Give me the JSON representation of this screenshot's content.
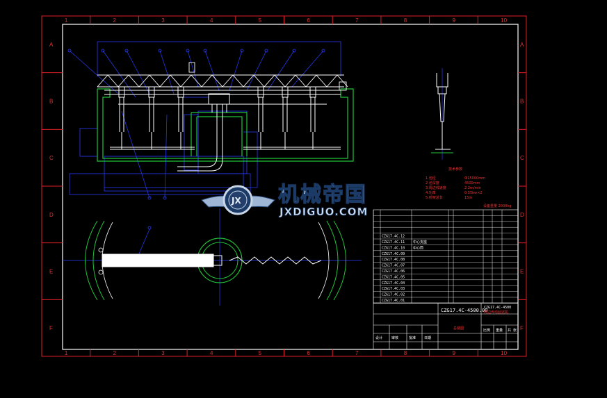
{
  "frame": {
    "col_numbers": [
      "1",
      "2",
      "3",
      "4",
      "5",
      "6",
      "7",
      "8",
      "9",
      "10"
    ],
    "row_letters": [
      "A",
      "B",
      "C",
      "D",
      "E",
      "F"
    ]
  },
  "logo": {
    "chinese": "机械帝国",
    "english": "JXDIGUO.COM",
    "badge": "JX"
  },
  "spec_table": {
    "title": "技术参数",
    "rows": [
      {
        "label": "1.池径",
        "value": "Ф15000mm"
      },
      {
        "label": "2.池深度",
        "value": "4500mm"
      },
      {
        "label": "3.周边线速度",
        "value": "2.2m/min"
      },
      {
        "label": "4.功率",
        "value": "0.55kw×2"
      },
      {
        "label": "5.桥架总长",
        "value": "15m"
      }
    ],
    "weight_note": "设备重量 2000kg"
  },
  "parts_list": [
    {
      "code": "",
      "name": "",
      "qty": "",
      "material": "",
      "n1": "",
      "n2": ""
    },
    {
      "code": "",
      "name": "",
      "qty": "",
      "material": "",
      "n1": "",
      "n2": ""
    },
    {
      "code": "",
      "name": "",
      "qty": "",
      "material": "",
      "n1": "",
      "n2": ""
    },
    {
      "code": "",
      "name": "",
      "qty": "",
      "material": "",
      "n1": "",
      "n2": ""
    },
    {
      "code": "CZG17.4C.12",
      "name": "",
      "qty": "",
      "material": "",
      "n1": "",
      "n2": ""
    },
    {
      "code": "CZG17.4C.11",
      "name": "中心支座",
      "qty": "",
      "material": "",
      "n1": "",
      "n2": ""
    },
    {
      "code": "CZG17.4C.10",
      "name": "中心筒",
      "qty": "",
      "material": "",
      "n1": "",
      "n2": ""
    },
    {
      "code": "CZG17.4C.09",
      "name": "",
      "qty": "",
      "material": "",
      "n1": "",
      "n2": ""
    },
    {
      "code": "CZG17.4C.08",
      "name": "",
      "qty": "",
      "material": "",
      "n1": "",
      "n2": ""
    },
    {
      "code": "CZG17.4C.07",
      "name": "",
      "qty": "",
      "material": "",
      "n1": "",
      "n2": ""
    },
    {
      "code": "CZG17.4C.06",
      "name": "",
      "qty": "",
      "material": "",
      "n1": "",
      "n2": ""
    },
    {
      "code": "CZG17.4C.05",
      "name": "",
      "qty": "",
      "material": "",
      "n1": "",
      "n2": ""
    },
    {
      "code": "CZG17.4C.04",
      "name": "",
      "qty": "",
      "material": "",
      "n1": "",
      "n2": ""
    },
    {
      "code": "CZG17.4C.03",
      "name": "",
      "qty": "",
      "material": "",
      "n1": "",
      "n2": ""
    },
    {
      "code": "CZG17.4C.02",
      "name": "",
      "qty": "",
      "material": "",
      "n1": "",
      "n2": ""
    },
    {
      "code": "CZG17.4C.01",
      "name": "",
      "qty": "",
      "material": "",
      "n1": "",
      "n2": ""
    }
  ],
  "title_block": {
    "drawing_no": "CZG17.4C-4500.00",
    "drawing_no_right": "CZG17.4C-4500",
    "name": "周边传动刮泥机",
    "view_name": "总装图",
    "company": "",
    "labels": {
      "design": "设计",
      "check": "审核",
      "approve": "批准",
      "date": "日期",
      "scale": "比例",
      "sheet": "共 张",
      "weight": "重量"
    }
  },
  "colors": {
    "frame": "#e0202a",
    "structure": "#ffffff",
    "tank": "#22c33a",
    "leader": "#2a3cff",
    "table": "#ffffff"
  }
}
